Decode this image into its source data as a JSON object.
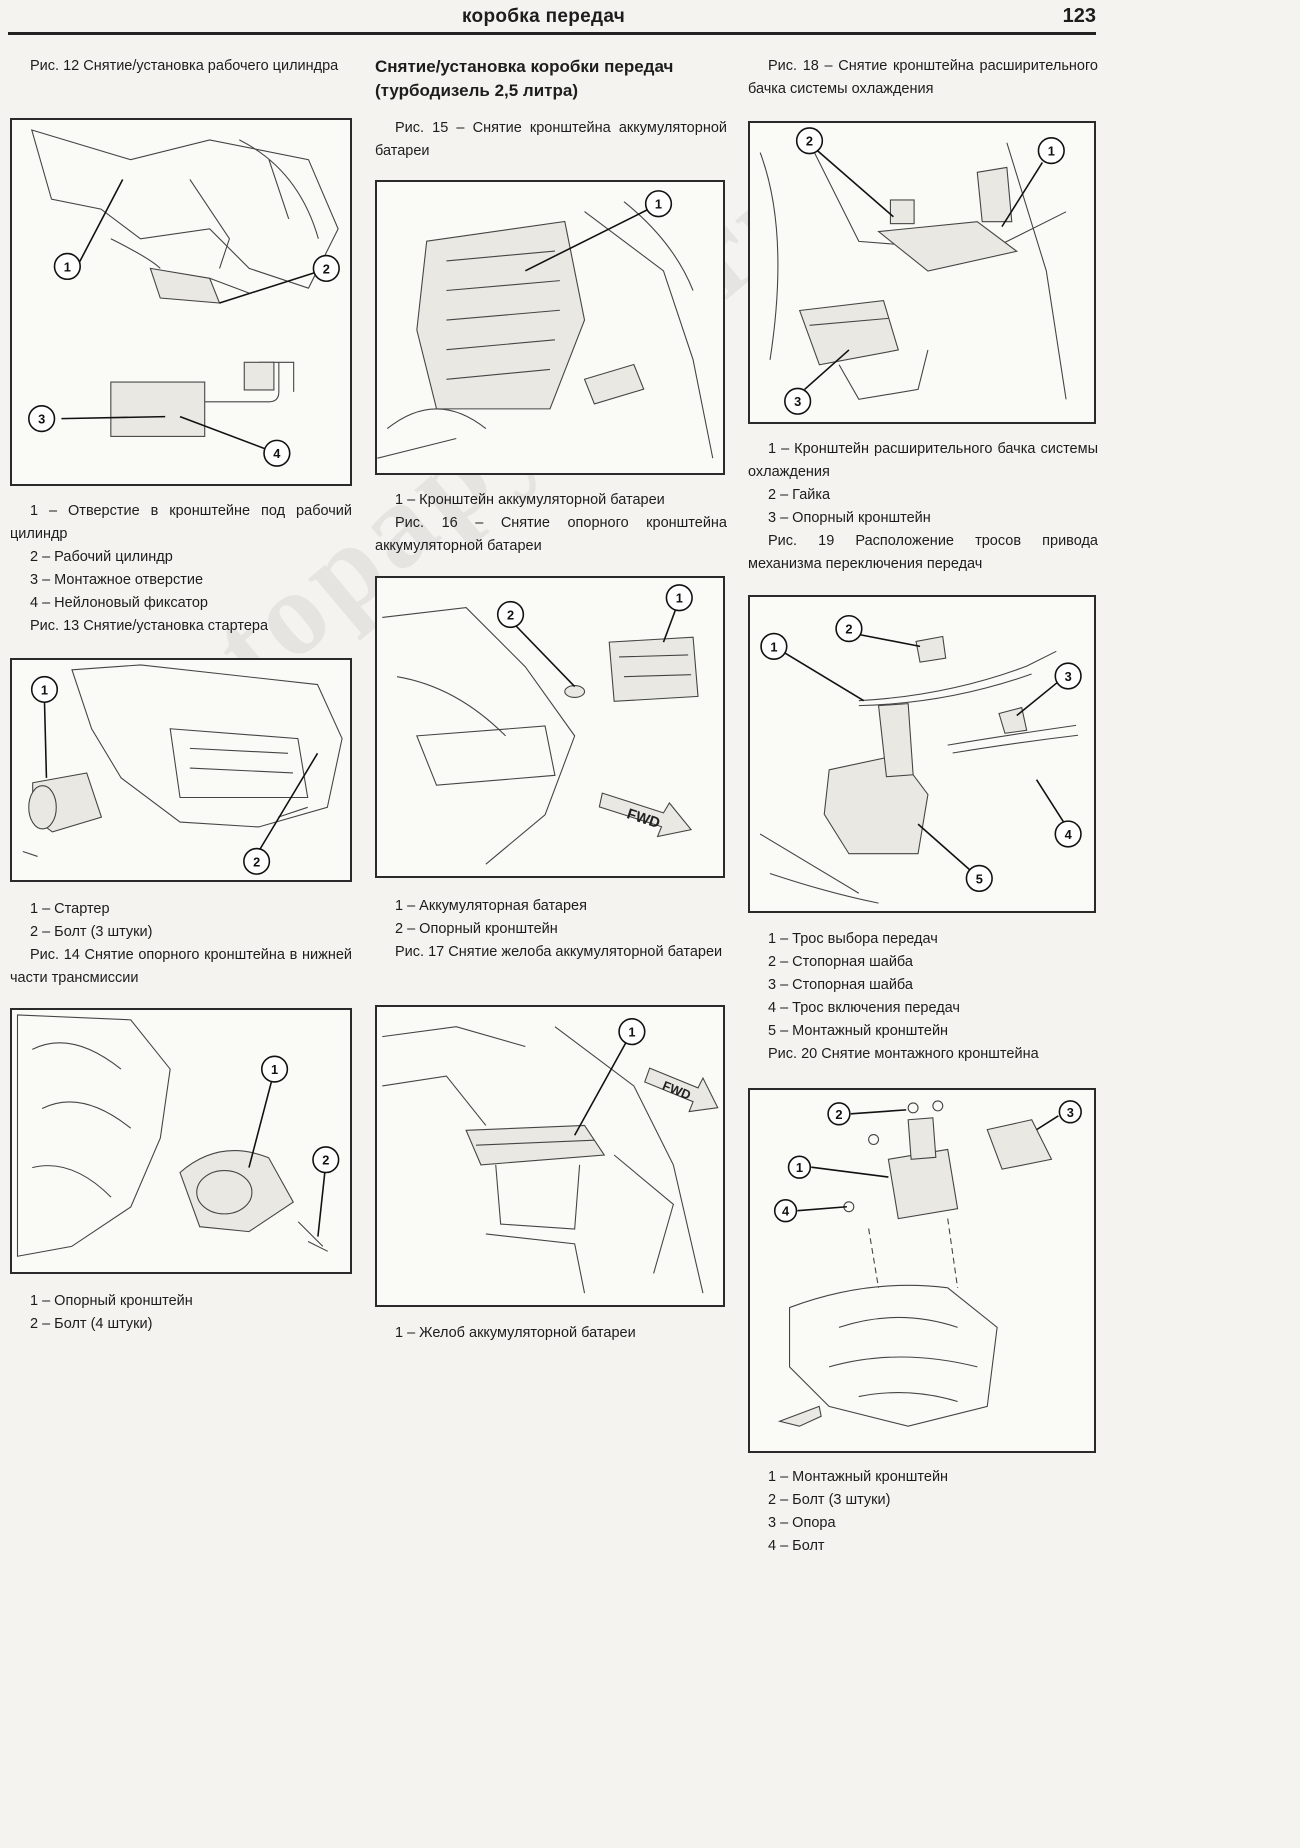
{
  "header": {
    "title": "коробка передач",
    "page_number": "123"
  },
  "section_title": "Снятие/установка коробки передач (турбодизель 2,5 литра)",
  "watermark": "autopapyrus.ru",
  "figures": {
    "fig12": {
      "caption": "Рис. 12 Снятие/установка рабочего цилиндра",
      "legend": [
        "1 – Отверстие в кронштейне под рабочий цилиндр",
        "2 – Рабочий цилиндр",
        "3 – Монтажное отверстие",
        "4 – Нейлоновый фиксатор"
      ],
      "callouts": [
        "1",
        "2",
        "3",
        "4"
      ]
    },
    "fig13": {
      "caption": "Рис. 13 Снятие/установка стартера",
      "legend": [
        "1 – Стартер",
        "2 – Болт (3 штуки)"
      ],
      "callouts": [
        "1",
        "2"
      ]
    },
    "fig14": {
      "caption": "Рис. 14 Снятие опорного кронштейна в нижней части трансмиссии",
      "legend": [
        "1 – Опорный кронштейн",
        "2 – Болт (4 штуки)"
      ],
      "callouts": [
        "1",
        "2"
      ]
    },
    "fig15": {
      "caption": "Рис. 15 – Снятие кронштейна аккумуляторной батареи",
      "legend": [
        "1 – Кронштейн аккумуляторной батареи"
      ],
      "callouts": [
        "1"
      ]
    },
    "fig16": {
      "caption": "Рис. 16 – Снятие опорного кронштейна аккумуляторной батареи",
      "legend": [
        "1 – Аккумуляторная батарея",
        "2 – Опорный кронштейн"
      ],
      "callouts": [
        "1",
        "2"
      ],
      "fwd_label": "FWD"
    },
    "fig17": {
      "caption": "Рис. 17 Снятие желоба аккумуляторной батареи",
      "legend": [
        "1 – Желоб аккумуляторной батареи"
      ],
      "callouts": [
        "1"
      ],
      "fwd_label": "FWD"
    },
    "fig18": {
      "caption": "Рис. 18 – Снятие кронштейна расширительного бачка системы охлаждения",
      "legend": [
        "1 – Кронштейн расширительного бачка системы охлаждения",
        "2 – Гайка",
        "3 – Опорный кронштейн"
      ],
      "callouts": [
        "1",
        "2",
        "3"
      ]
    },
    "fig19": {
      "caption": "Рис. 19 Расположение тросов привода механизма переключения передач",
      "legend": [
        "1 – Трос выбора передач",
        "2 – Стопорная шайба",
        "3 – Стопорная шайба",
        "4 – Трос включения передач",
        "5 – Монтажный кронштейн"
      ],
      "callouts": [
        "1",
        "2",
        "3",
        "4",
        "5"
      ]
    },
    "fig20": {
      "caption": "Рис. 20 Снятие монтажного кронштейна",
      "legend": [
        "1 – Монтажный кронштейн",
        "2 – Болт (3 штуки)",
        "3 – Опора",
        "4 – Болт"
      ],
      "callouts": [
        "1",
        "2",
        "3",
        "4"
      ]
    }
  }
}
